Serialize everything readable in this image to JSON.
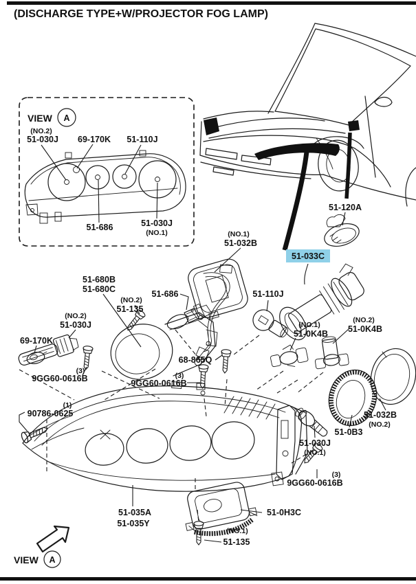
{
  "title": "(DISCHARGE TYPE+W/PROJECTOR FOG LAMP)",
  "selected_part": "51-033C",
  "colors": {
    "highlight_bg": "#8FD0E8",
    "highlight_text": "#16407C",
    "line": "#1A1A1A"
  },
  "tokens": {
    "view": "VIEW",
    "a": "A",
    "no1": "(NO.1)",
    "no2": "(NO.2)",
    "qty1": "(1)",
    "qty3": "(3)"
  },
  "parts": {
    "p51_030J": "51-030J",
    "p69_170K": "69-170K",
    "p51_110J": "51-110J",
    "p51_686": "51-686",
    "p51_120A": "51-120A",
    "p51_032B": "51-032B",
    "p51_033C": "51-033C",
    "p51_680B": "51-680B",
    "p51_680C": "51-680C",
    "p51_135": "51-135",
    "p9GG60_0616B": "9GG60-0616B",
    "p90786_0625": "90786-0625",
    "p68_865Q": "68-865Q",
    "p51_0K4B": "51-0K4B",
    "p51_0B3": "51-0B3",
    "p51_035A": "51-035A",
    "p51_035Y": "51-035Y",
    "p51_0H3C": "51-0H3C"
  }
}
